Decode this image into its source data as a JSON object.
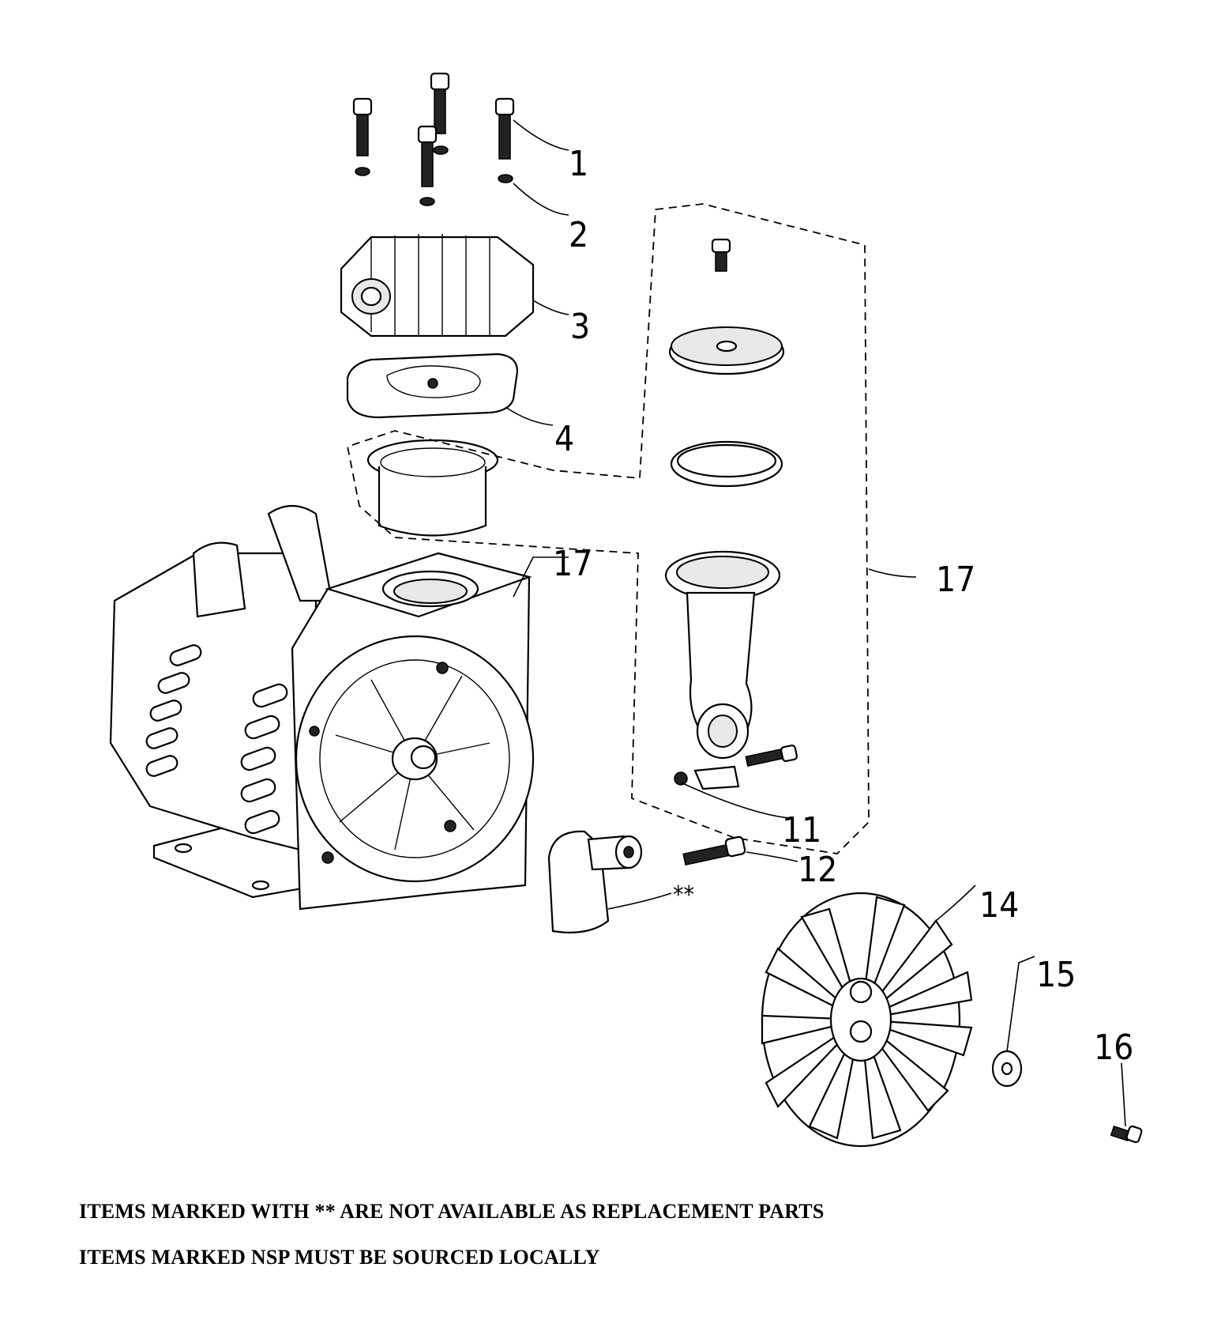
{
  "callouts": {
    "c1": "1",
    "c2": "2",
    "c3": "3",
    "c4": "4",
    "c17a": "17",
    "c17b": "17",
    "c11": "11",
    "c12": "12",
    "c14": "14",
    "c15": "15",
    "c16": "16",
    "cstar": "**"
  },
  "notes": {
    "not_available": "ITEMS MARKED WITH ** ARE NOT AVAILABLE AS REPLACEMENT PARTS",
    "nsp": "ITEMS MARKED  NSP  MUST BE SOURCED LOCALLY"
  }
}
